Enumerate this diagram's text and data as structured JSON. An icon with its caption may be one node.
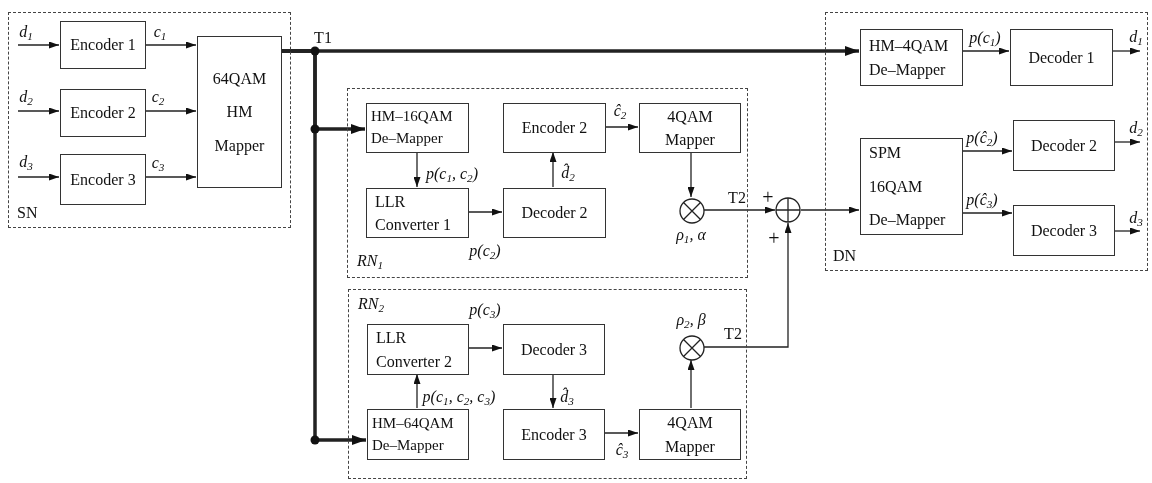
{
  "diagram": {
    "nodes": [
      {
        "text": [
          "SN"
        ]
      },
      {
        "text": [
          "Encoder 1"
        ],
        "in": 0
      },
      {
        "text": [
          "Encoder 2"
        ],
        "in": 0
      },
      {
        "text": [
          "Encoder 3"
        ],
        "in": 0
      },
      {
        "text": [
          "64QAM HM Mapper"
        ],
        "in": 0
      },
      {
        "text": [
          "RN$_{1}$"
        ]
      },
      {
        "text": [
          "HM–16QAM De–Mapper"
        ],
        "in": 5
      },
      {
        "text": [
          "Encoder 2"
        ],
        "in": 5
      },
      {
        "text": [
          "4QAM Mapper"
        ],
        "in": 5
      },
      {
        "text": [
          "LLR Converter 1"
        ],
        "in": 5
      },
      {
        "text": [
          "Decoder 2"
        ],
        "in": 5
      },
      {
        "text": [],
        "shape": "circle",
        "beside": [
          "ρ$_{1}$, α"
        ],
        "in": 5
      },
      {
        "text": [
          "RN$_{2}$"
        ]
      },
      {
        "text": [
          "LLR Converter 2"
        ],
        "in": 12
      },
      {
        "text": [
          "Decoder 3"
        ],
        "in": 12
      },
      {
        "text": [],
        "shape": "circle",
        "beside": [
          "ρ$_{2}$, β"
        ],
        "in": 12
      },
      {
        "text": [
          "HM–64QAM De–Mapper"
        ],
        "in": 12
      },
      {
        "text": [
          "Encoder 3"
        ],
        "in": 12
      },
      {
        "text": [
          "4QAM Mapper"
        ],
        "in": 12
      },
      {
        "text": [],
        "shape": "circle"
      },
      {
        "text": [
          "DN"
        ]
      },
      {
        "text": [
          "HM–4QAM De–Mapper"
        ],
        "in": 20
      },
      {
        "text": [
          "Decoder 1"
        ],
        "in": 20
      },
      {
        "text": [
          "SPM 16QAM De–Mapper"
        ],
        "in": 20
      },
      {
        "text": [
          "Decoder 2"
        ],
        "in": 20
      },
      {
        "text": [
          "Decoder 3"
        ],
        "in": 20
      }
    ],
    "edges": [
      {
        "from": null,
        "to": 1,
        "arrow": "to",
        "label": "d$_{1}$"
      },
      {
        "from": null,
        "to": 2,
        "arrow": "to",
        "label": "d$_{2}$"
      },
      {
        "from": null,
        "to": 3,
        "arrow": "to",
        "label": "d$_{3}$"
      },
      {
        "from": 1,
        "to": 4,
        "arrow": "to",
        "label": "c$_{1}$"
      },
      {
        "from": 2,
        "to": 4,
        "arrow": "to",
        "label": "c$_{2}$"
      },
      {
        "from": 3,
        "to": 4,
        "arrow": "to",
        "label": "c$_{3}$"
      },
      {
        "from": 4,
        "to": 21,
        "arrow": "to",
        "label": "T1",
        "style": "thick"
      },
      {
        "from": 4,
        "to": 6,
        "arrow": "to",
        "style": "thick"
      },
      {
        "from": 4,
        "to": 16,
        "arrow": "to",
        "style": "thick"
      },
      {
        "from": 6,
        "to": 9,
        "arrow": "to",
        "label": "p(c$_{1}$, c$_{2}$)"
      },
      {
        "from": 9,
        "to": 10,
        "arrow": "to",
        "label": "p(c$_{2}$)"
      },
      {
        "from": 10,
        "to": 7,
        "arrow": "to",
        "label": "d̂$_{2}$"
      },
      {
        "from": 7,
        "to": 8,
        "arrow": "to",
        "label": "ĉ$_{2}$"
      },
      {
        "from": 8,
        "to": 11,
        "arrow": "to"
      },
      {
        "from": 11,
        "to": 19,
        "arrow": "to",
        "label": "T2"
      },
      {
        "from": 15,
        "to": 19,
        "arrow": "to",
        "label": "T2"
      },
      {
        "from": 19,
        "to": 23,
        "arrow": "to"
      },
      {
        "from": 16,
        "to": 13,
        "arrow": "to",
        "label": "p(c$_{1}$, c$_{2}$, c$_{3}$)"
      },
      {
        "from": 13,
        "to": 14,
        "arrow": "to",
        "label": "p(c$_{3}$)"
      },
      {
        "from": 14,
        "to": 17,
        "arrow": "to",
        "label": "d̂$_{3}$"
      },
      {
        "from": 17,
        "to": 18,
        "arrow": "to",
        "label": "ĉ$_{3}$"
      },
      {
        "from": 18,
        "to": 15,
        "arrow": "to"
      },
      {
        "from": 21,
        "to": 22,
        "arrow": "to",
        "label": "p(c$_{1}$)"
      },
      {
        "from": 23,
        "to": 24,
        "arrow": "to",
        "label": "p(ĉ$_{2}$)"
      },
      {
        "from": 23,
        "to": 25,
        "arrow": "to",
        "label": "p(ĉ$_{3}$)"
      },
      {
        "from": 22,
        "to": null,
        "arrow": "to",
        "label": "d$_{1}$"
      },
      {
        "from": 24,
        "to": null,
        "arrow": "to",
        "label": "d$_{2}$"
      },
      {
        "from": 25,
        "to": null,
        "arrow": "to",
        "label": "d$_{3}$"
      }
    ],
    "labels": [
      "+",
      "+"
    ]
  }
}
